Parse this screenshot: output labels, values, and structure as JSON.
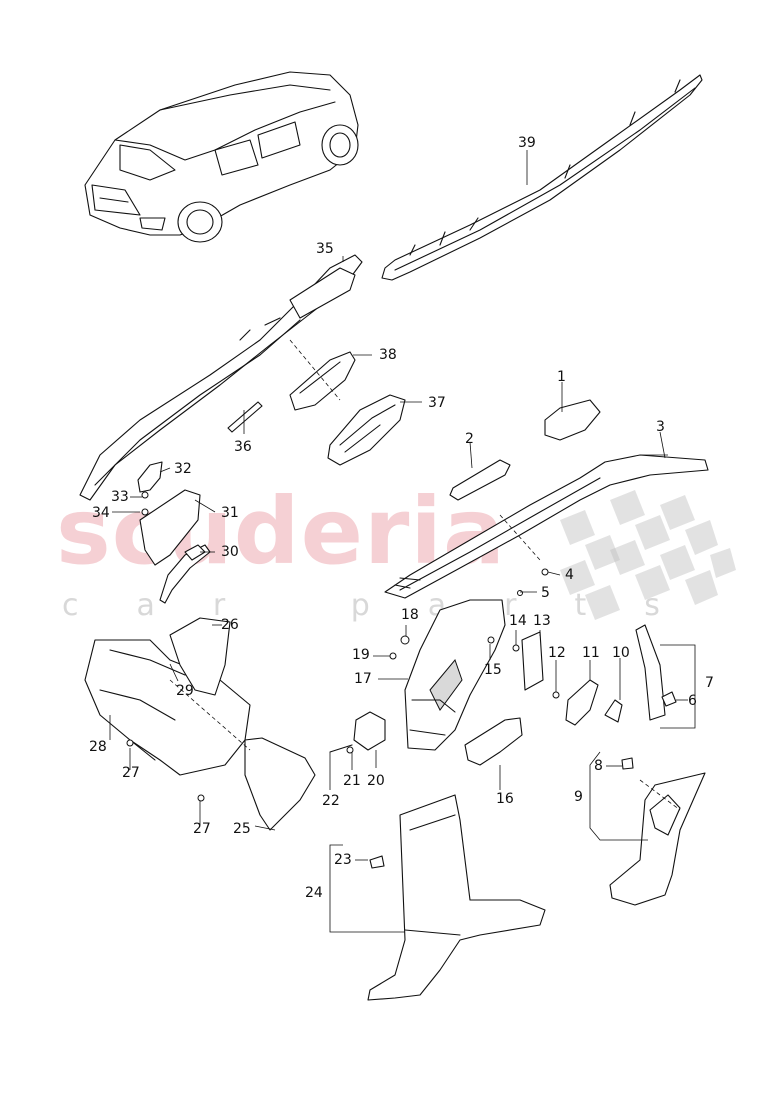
{
  "diagram": {
    "watermark": {
      "brand": "scuderia",
      "tagline": "car parts"
    },
    "labels": {
      "p1": "1",
      "p2": "2",
      "p3": "3",
      "p4": "4",
      "p5": "5",
      "p6": "6",
      "p7": "7",
      "p8": "8",
      "p9": "9",
      "p10": "10",
      "p11": "11",
      "p12": "12",
      "p13": "13",
      "p14": "14",
      "p15": "15",
      "p16": "16",
      "p17": "17",
      "p18": "18",
      "p19": "19",
      "p20": "20",
      "p21": "21",
      "p22": "22",
      "p23": "23",
      "p24": "24",
      "p25": "25",
      "p26": "26",
      "p27a": "27",
      "p27b": "27",
      "p28": "28",
      "p29": "29",
      "p30": "30",
      "p31": "31",
      "p32": "32",
      "p33": "33",
      "p34": "34",
      "p35": "35",
      "p36": "36",
      "p37": "37",
      "p38": "38",
      "p39": "39"
    }
  }
}
